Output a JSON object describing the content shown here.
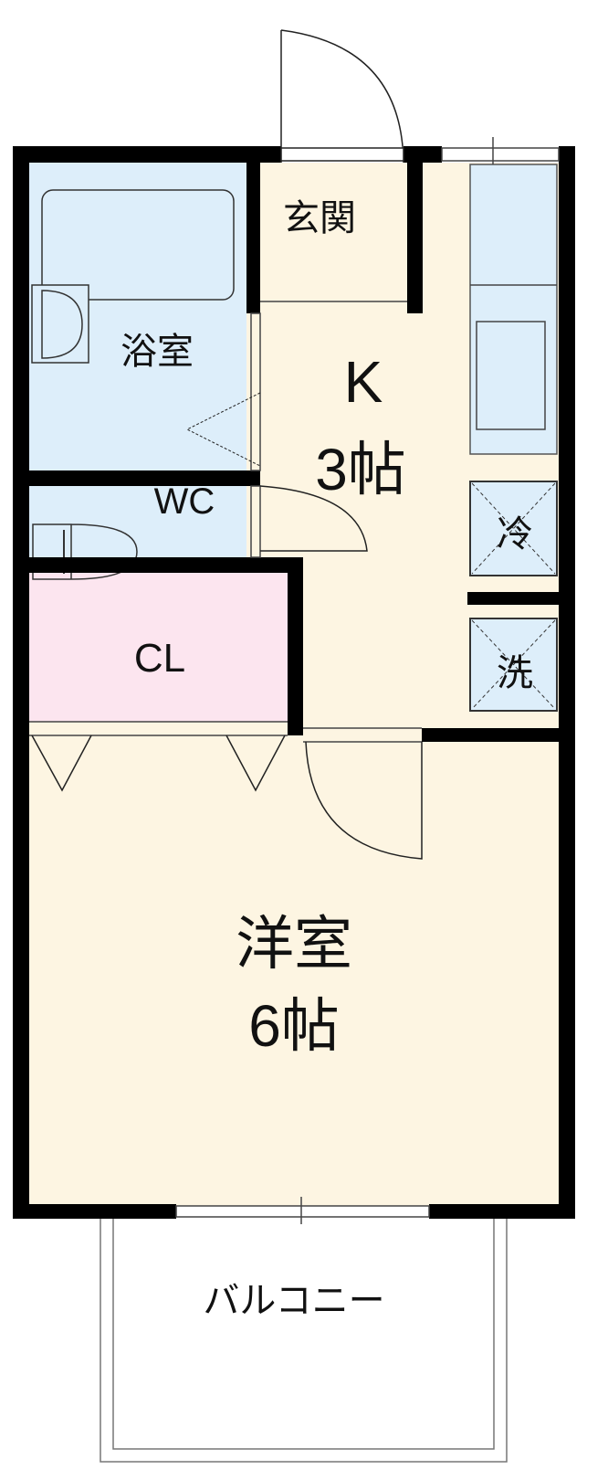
{
  "colors": {
    "wet_area": "#ddeefa",
    "living": "#fdf5e2",
    "closet": "#fce5ef",
    "wall": "#000000"
  },
  "rooms": {
    "entrance": "玄関",
    "bath": "浴室",
    "kitchen_name": "K",
    "kitchen_size": "3帖",
    "toilet": "WC",
    "fridge": "冷",
    "closet": "CL",
    "washer": "洗",
    "western_room_name": "洋室",
    "western_room_size": "6帖",
    "balcony": "バルコニー"
  }
}
